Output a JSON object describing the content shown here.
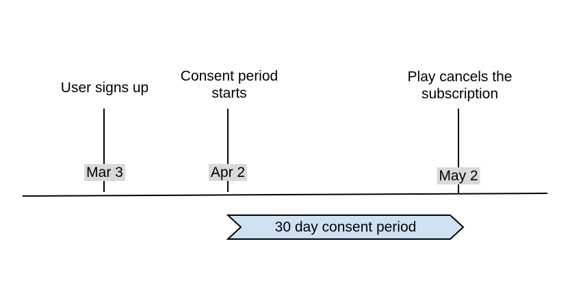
{
  "timeline": {
    "events": [
      {
        "label": "User signs up",
        "date": "Mar 3"
      },
      {
        "label": "Consent period starts",
        "date": "Apr 2"
      },
      {
        "label": "Play cancels the subscription",
        "date": "May 2"
      }
    ],
    "period_banner": {
      "label": "30 day consent period"
    },
    "colors": {
      "banner_fill": "#cfe2f3",
      "banner_border": "#000000",
      "date_badge_bg": "#d9d9d9",
      "line": "#000000"
    }
  }
}
